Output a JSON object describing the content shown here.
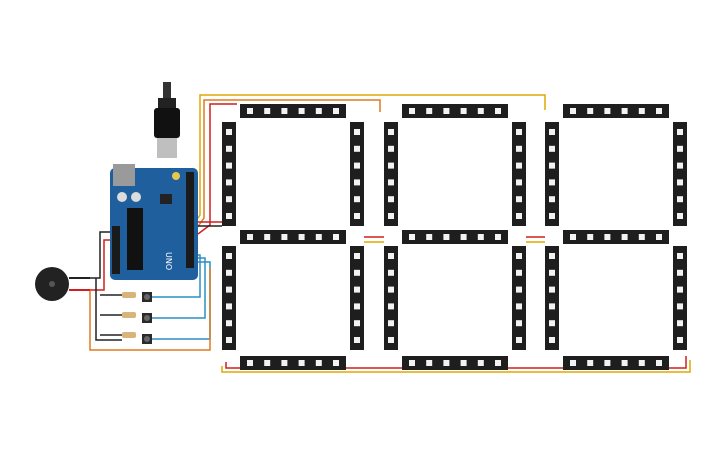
{
  "canvas": {
    "background": "#ffffff"
  },
  "board": {
    "label": "UNO",
    "color": "#1f5f9e",
    "header_color": "#1a1a1a"
  },
  "led_display": {
    "digits": 3,
    "segments_per_digit": 7,
    "strip_color": "#1e1e1e",
    "led_color": "#f2f2f2"
  },
  "components": {
    "buzzer": "buzzer",
    "buttons": 3,
    "resistors": 3,
    "power_plug": "dc-jack"
  },
  "wire_colors": {
    "data": "#e0a800",
    "power": "#d11f1f",
    "ground": "#222222",
    "signal": "#2a8fc4",
    "alt": "#e07a1e"
  }
}
